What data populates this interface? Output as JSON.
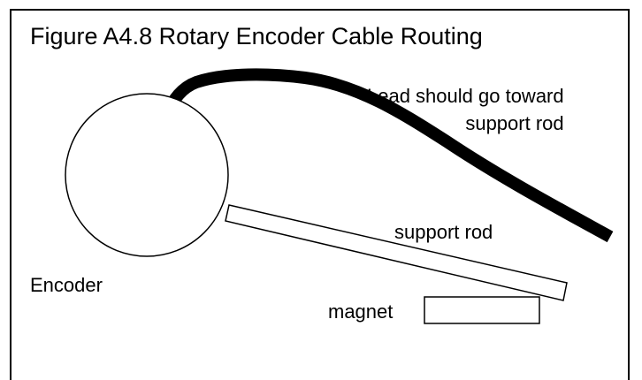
{
  "figure": {
    "title": "Figure A4.8  Rotary Encoder Cable Routing",
    "labels": {
      "lead_line1": "Lead should go toward",
      "lead_line2": "support rod",
      "support_rod": "support rod",
      "encoder": "Encoder",
      "magnet": "magnet"
    },
    "colors": {
      "stroke": "#000000",
      "background": "#ffffff"
    }
  }
}
